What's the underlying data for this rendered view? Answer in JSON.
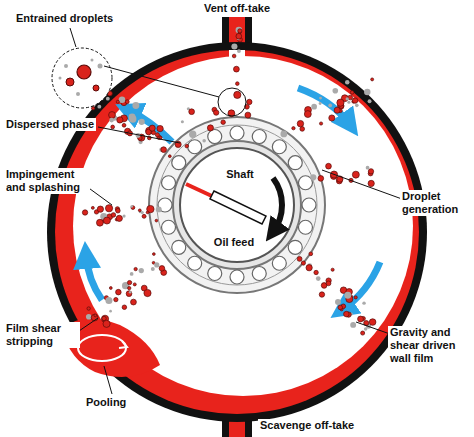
{
  "diagram": {
    "labels": [
      "Vent off-take",
      "Entrained droplets",
      "Dispersed phase",
      "Impingement and splashing",
      "Droplet generation",
      "Shaft",
      "Oil feed",
      "Film shear stripping",
      "Gravity and shear driven wall film",
      "Pooling",
      "Scavenge off-take"
    ]
  }
}
